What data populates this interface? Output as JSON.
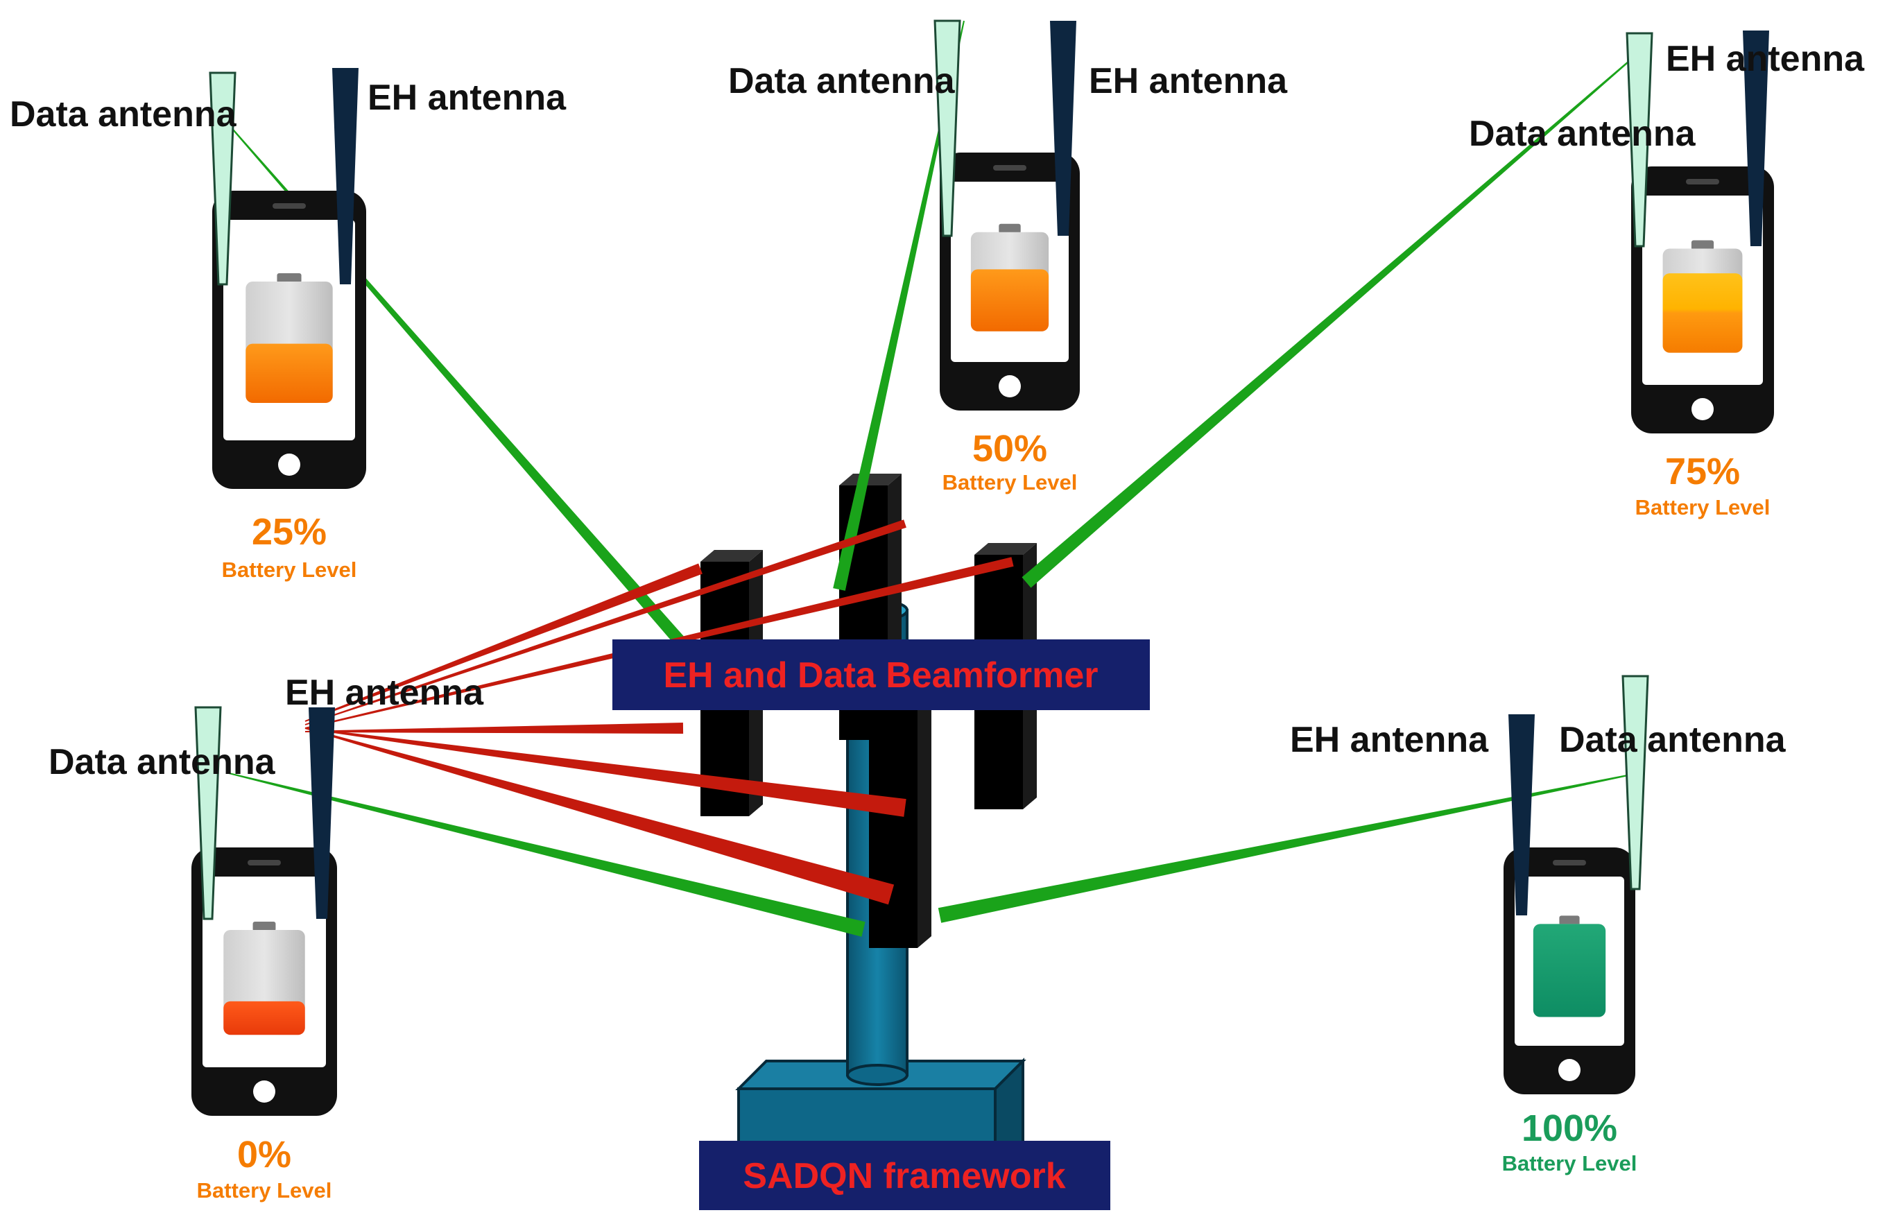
{
  "labels": {
    "data_antenna": "Data antenna",
    "eh_antenna": "EH antenna",
    "battery_level": "Battery Level"
  },
  "beamformer_box": {
    "text": "EH and Data Beamformer"
  },
  "framework_box": {
    "text": "SADQN framework"
  },
  "devices": [
    {
      "id": "d0",
      "percent_text": "25%",
      "charge": 0.25
    },
    {
      "id": "d1",
      "percent_text": "50%",
      "charge": 0.5
    },
    {
      "id": "d2",
      "percent_text": "75%",
      "charge": 0.75
    },
    {
      "id": "d3",
      "percent_text": "0%",
      "charge": 0.0
    },
    {
      "id": "d4",
      "percent_text": "100%",
      "charge": 1.0
    }
  ],
  "colors": {
    "phone_body": "#111111",
    "screen": "#ffffff",
    "data_antenna": "#c7f3dd",
    "eh_antenna": "#0d2640",
    "data_beam": "#1aa31a",
    "eh_beam": "#c41a0d",
    "box_bg": "#15206b",
    "box_text": "#ee2222",
    "tower": "#0f6b8f",
    "orange": "#f57c00",
    "green": "#1a9c5a"
  }
}
